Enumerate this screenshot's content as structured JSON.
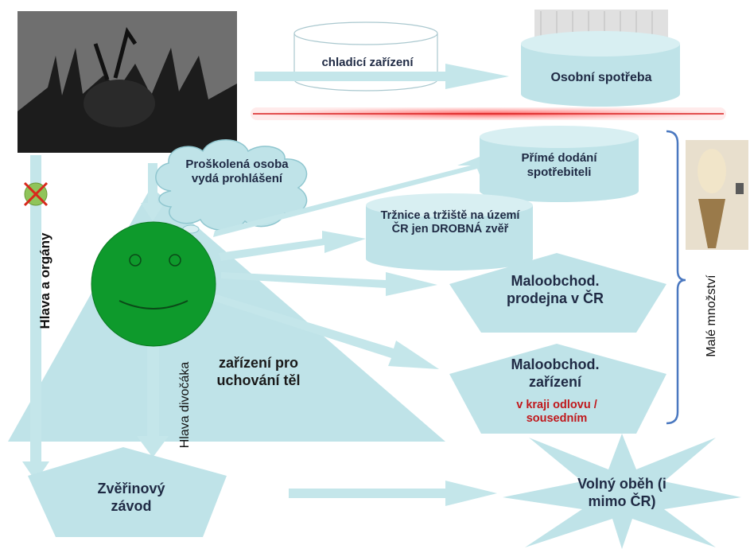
{
  "top_flow": {
    "cooling_label": "chladicí zařízení",
    "personal_label": "Osobní spotřeba"
  },
  "cloud_text": "Proškolená osoba vydá prohlášení",
  "left_path": {
    "vertical_label": "Hlava a orgány",
    "forbidden_icon": "crossed-out-circle-icon"
  },
  "center_path": {
    "vertical_label": "Hlava divočáka"
  },
  "pyramid_label": "zařízení pro uchování těl",
  "targets": {
    "direct": "Přímé dodání spotřebiteli",
    "market": "Tržnice a tržiště na území ČR jen DROBNÁ zvěř",
    "retail_store": "Maloobchod. prodejna v ČR",
    "retail_facility": "Maloobchod. zařízení",
    "retail_facility_note": "v kraji odlovu / sousedním"
  },
  "bracket_label": "Malé množství",
  "game_plant": "Zvěřinový závod",
  "free_circulation": "Volný oběh (i mimo ČR)",
  "colors": {
    "shape_fill": "#bfe3e8",
    "shape_stroke": "#8fc6cf",
    "arrow_fill": "#c4e6ea",
    "smiley": "#0e9a2c",
    "bracket": "#4a78c0",
    "red_text": "#c0181c",
    "text": "#1f2a44"
  }
}
